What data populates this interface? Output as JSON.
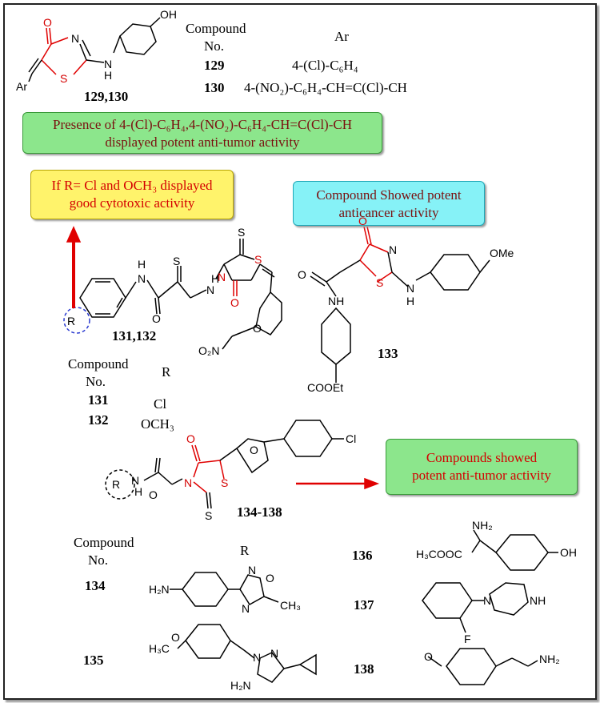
{
  "top": {
    "table_header": {
      "compound": "Compound",
      "no": "No.",
      "ar": "Ar"
    },
    "rows": [
      {
        "no": "129",
        "ar": "4-(Cl)-C₆H₄"
      },
      {
        "no": "130",
        "ar": "4-(NO₂)-C₆H₄-CH=C(Cl)-CH"
      }
    ],
    "label": "129,130",
    "atoms": {
      "o": "O",
      "n": "N",
      "nh": "H",
      "nh_n": "N",
      "s": "S",
      "oh": "OH",
      "ar": "Ar"
    }
  },
  "boxes": {
    "presence": {
      "line1": "Presence of 4-(Cl)-C₆H₄,4-(NO₂)-C₆H₄-CH=C(Cl)-CH",
      "line2": "displayed potent anti-tumor activity",
      "color": "#8ce68c"
    },
    "if_r": {
      "line1": "If R= Cl and OCH₃ displayed",
      "line2": "good cytotoxic activity",
      "color": "#fff36b"
    },
    "compound_showed": {
      "line1": "Compound Showed potent",
      "line2": "anticancer activity",
      "color": "#86f2f7"
    },
    "compounds_showed": {
      "line1": "Compounds showed",
      "line2": "potent anti-tumor activity",
      "color": "#8ce68c"
    }
  },
  "mid": {
    "label": "131,132",
    "atoms": {
      "h1": "H",
      "n1": "N",
      "s1": "S",
      "s2": "S",
      "s3": "S",
      "n2": "N",
      "h2": "H",
      "n3": "N",
      "o1": "O",
      "o2": "O",
      "o_ring": "O",
      "r": "R",
      "o2n": "O₂N"
    },
    "table_header": {
      "compound": "Compound",
      "no": "No.",
      "r": "R"
    },
    "rows": [
      {
        "no": "131",
        "r": "Cl"
      },
      {
        "no": "132",
        "r": "OCH₃"
      }
    ]
  },
  "c133": {
    "label": "133",
    "atoms": {
      "o": "O",
      "n": "N",
      "s": "S",
      "n_h": "N",
      "h": "H",
      "ome": "OMe",
      "o2": "O",
      "nh": "NH",
      "cooet": "COOEt"
    }
  },
  "c134": {
    "label": "134-138",
    "atoms": {
      "o1": "O",
      "n": "N",
      "s_ring": "S",
      "s": "S",
      "o_furan": "O",
      "cl": "Cl",
      "r": "R",
      "n_h": "N",
      "h": "H",
      "o2": "O"
    }
  },
  "bottom": {
    "table_header": {
      "compound": "Compound",
      "no": "No.",
      "r": "R"
    },
    "left_rows": [
      {
        "no": "134",
        "atoms": {
          "h2n": "H₂N",
          "n1": "N",
          "n2": "N",
          "o": "O",
          "ch3": "CH₃"
        }
      },
      {
        "no": "135",
        "atoms": {
          "h3co": "H₃C",
          "o": "O",
          "n1": "N",
          "n2": "N",
          "h2n": "H₂N"
        }
      }
    ],
    "right_rows": [
      {
        "no": "136",
        "atoms": {
          "nh2": "NH₂",
          "h3cooc": "H₃COOC",
          "oh": "OH"
        }
      },
      {
        "no": "137",
        "atoms": {
          "n": "N",
          "nh": "NH",
          "f": "F"
        }
      },
      {
        "no": "138",
        "atoms": {
          "o": "O",
          "nh2": "NH₂"
        }
      }
    ]
  },
  "colors": {
    "heteroatom_red": "#e00000",
    "arrow_red": "#e00000",
    "dashed_circle": "#2a3ad0"
  }
}
